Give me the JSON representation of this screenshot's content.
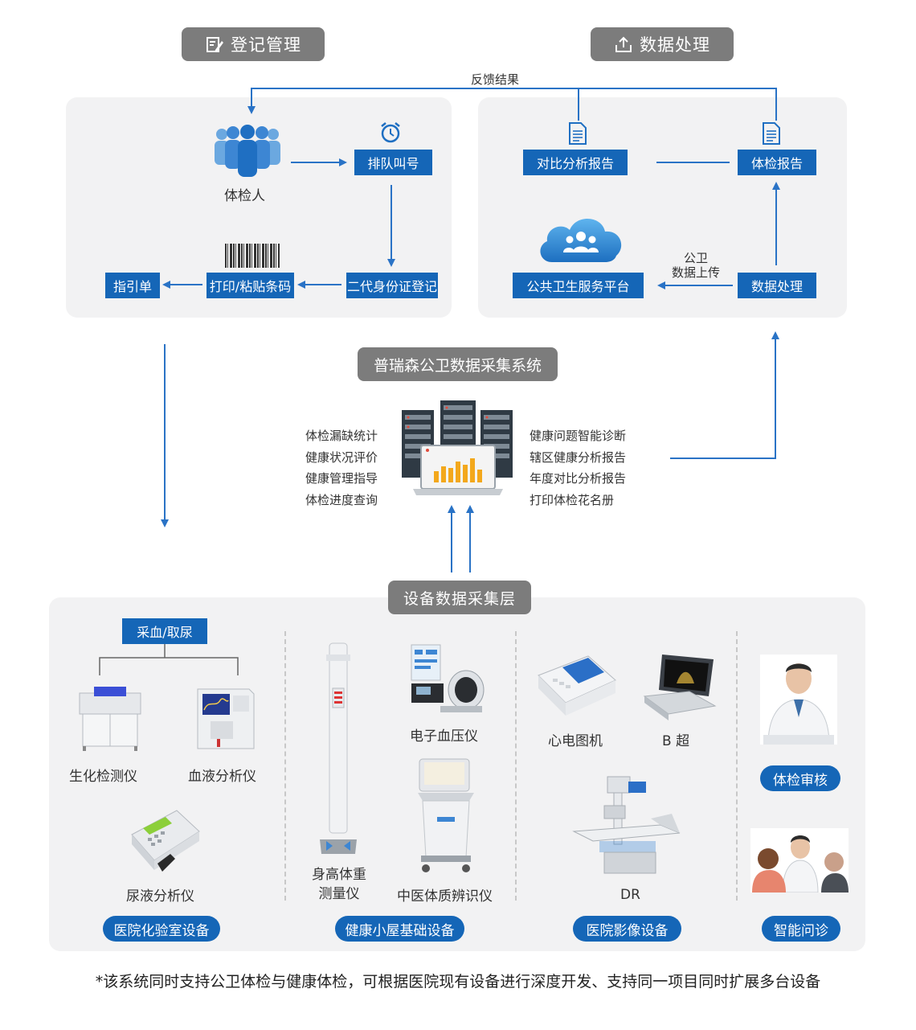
{
  "headers": {
    "registration": "登记管理",
    "processing": "数据处理",
    "system": "普瑞森公卫数据采集系统",
    "device_layer": "设备数据采集层"
  },
  "feedback_label": "反馈结果",
  "registration_flow": {
    "examinee": "体检人",
    "queue": "排队叫号",
    "id_register": "二代身份证登记",
    "print_barcode": "打印/粘贴条码",
    "guide_sheet": "指引单"
  },
  "processing_flow": {
    "comparison_report": "对比分析报告",
    "exam_report": "体检报告",
    "public_health_platform": "公共卫生服务平台",
    "data_processing": "数据处理",
    "upload_label_line1": "公卫",
    "upload_label_line2": "数据上传"
  },
  "system_features": {
    "left": [
      "体检漏缺统计",
      "健康状况评价",
      "健康管理指导",
      "体检进度查询"
    ],
    "right": [
      "健康问题智能诊断",
      "辖区健康分析报告",
      "年度对比分析报告",
      "打印体检花名册"
    ]
  },
  "devices": {
    "blood_urine": "采血/取尿",
    "biochem": "生化检测仪",
    "blood_analyzer": "血液分析仪",
    "urine_analyzer": "尿液分析仪",
    "lab_group": "医院化验室设备",
    "bp_monitor": "电子血压仪",
    "height_weight_line1": "身高体重",
    "height_weight_line2": "测量仪",
    "tcm": "中医体质辨识仪",
    "cabin_group": "健康小屋基础设备",
    "ecg": "心电图机",
    "b_ultrasound": "B 超",
    "dr": "DR",
    "imaging_group": "医院影像设备",
    "exam_review": "体检审核",
    "smart_consult": "智能问诊"
  },
  "footnote": "*该系统同时支持公卫体检与健康体检，可根据医院现有设备进行深度开发、支持同一项目同时扩展多台设备",
  "colors": {
    "primary_blue": "#1566b7",
    "header_gray": "#7c7c7c",
    "panel_bg": "#f2f2f3",
    "arrow_blue": "#2a73c6"
  }
}
